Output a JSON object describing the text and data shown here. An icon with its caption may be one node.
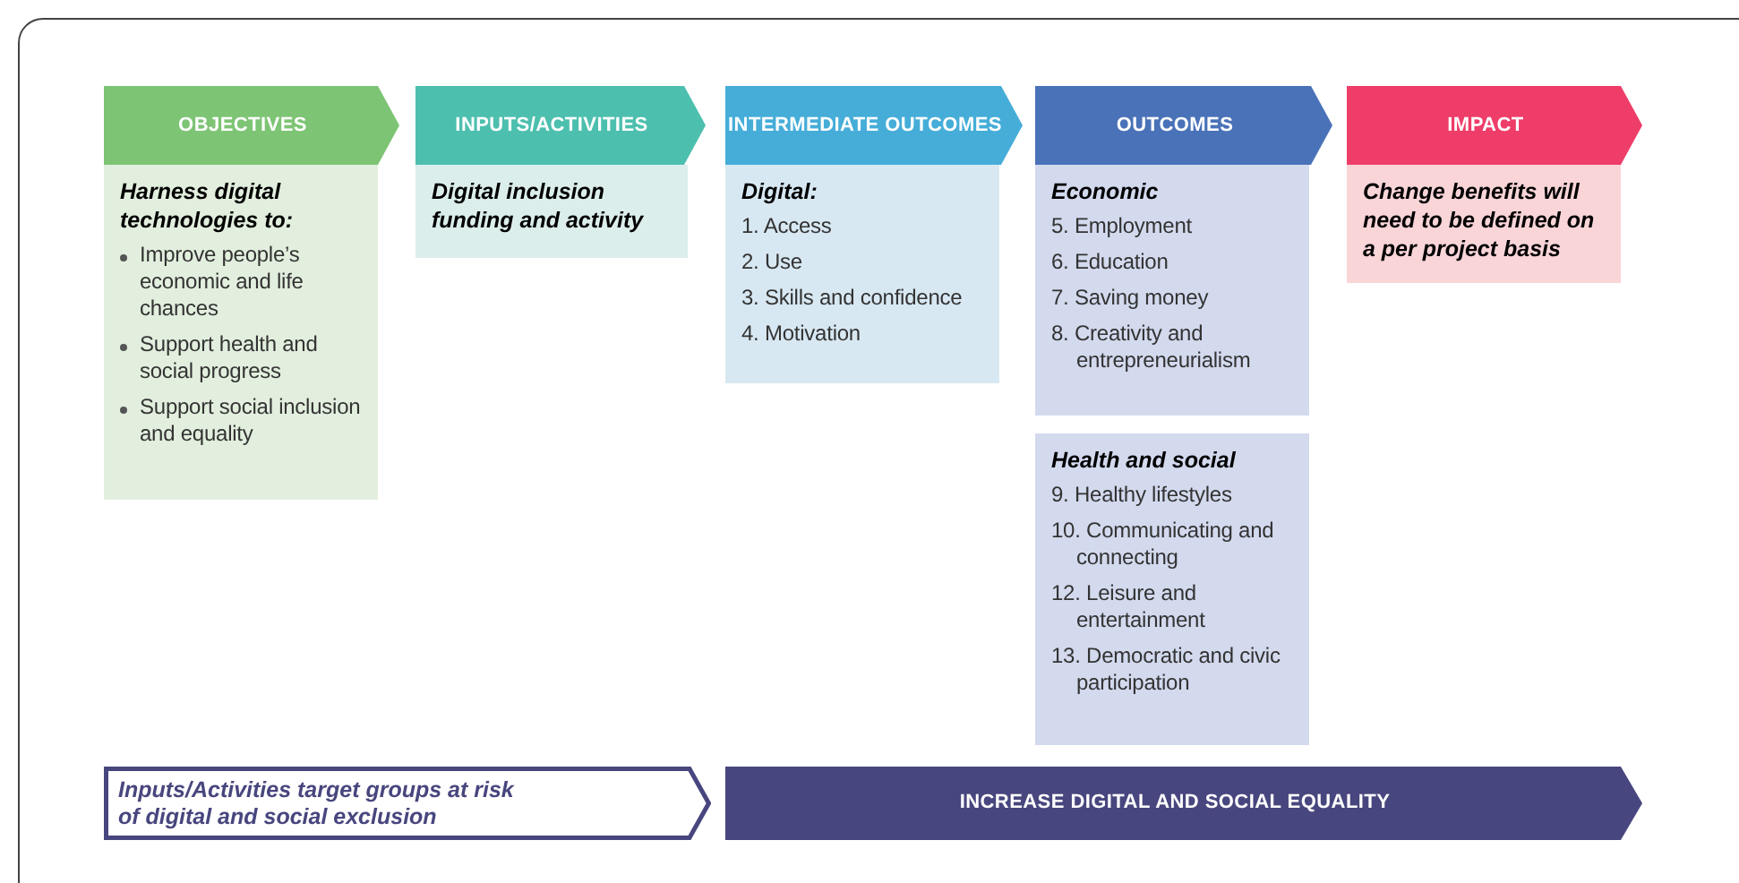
{
  "diagram": {
    "nodes": [
      {
        "text": [
          "OBJECTIVES"
        ]
      },
      {
        "text": [
          "Harness digital technologies to:",
          "Improve people’s economic and life chances",
          "Support health and social progress",
          "Support social inclusion and equality"
        ]
      },
      {
        "text": [
          "INPUTS/ACTIVITIES"
        ]
      },
      {
        "text": [
          "Digital inclusion funding and activity"
        ]
      },
      {
        "text": [
          "INTERMEDIATE OUTCOMES"
        ]
      },
      {
        "text": [
          "Digital:",
          "1. Access",
          "2. Use",
          "3. Skills and confidence",
          "4. Motivation"
        ]
      },
      {
        "text": [
          "OUTCOMES"
        ]
      },
      {
        "text": [
          "Economic",
          "5. Employment",
          "6. Education",
          "7. Saving money",
          "8. Creativity and entrepreneurialism"
        ]
      },
      {
        "text": [
          "Health and social",
          "9. Healthy lifestyles",
          "10. Communicating and connecting",
          "12. Leisure and entertainment",
          "13. Democratic and civic participation"
        ]
      },
      {
        "text": [
          "IMPACT"
        ]
      },
      {
        "text": [
          "Change benefits will need to be defined on a per project basis"
        ]
      },
      {
        "text": [
          "Inputs/Activities target groups at risk of digital and social exclusion"
        ]
      },
      {
        "text": [
          "INCREASE DIGITAL AND SOCIAL EQUALITY"
        ]
      }
    ]
  }
}
